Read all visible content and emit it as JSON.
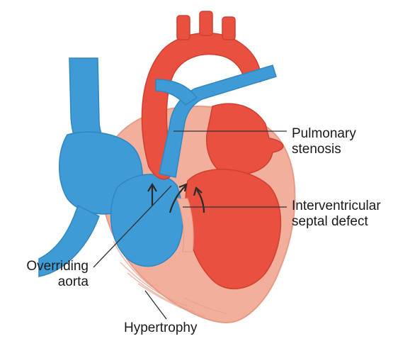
{
  "labels": {
    "pulmonary_stenosis": [
      "Pulmonary",
      "stenosis"
    ],
    "interventricular_septal_defect": [
      "Interventricular",
      "septal defect"
    ],
    "overriding_aorta": [
      "Overriding",
      "aorta"
    ],
    "hypertrophy": "Hypertrophy"
  },
  "colors": {
    "deoxygenated_blue": "#3f9bd6",
    "oxygenated_red": "#e8503f",
    "myocardium_pink": "#f2b09c",
    "hypertrophy_muscle": "#f6c9b6",
    "leader_line": "#333333",
    "flow_arrow": "#2a2a2a"
  }
}
